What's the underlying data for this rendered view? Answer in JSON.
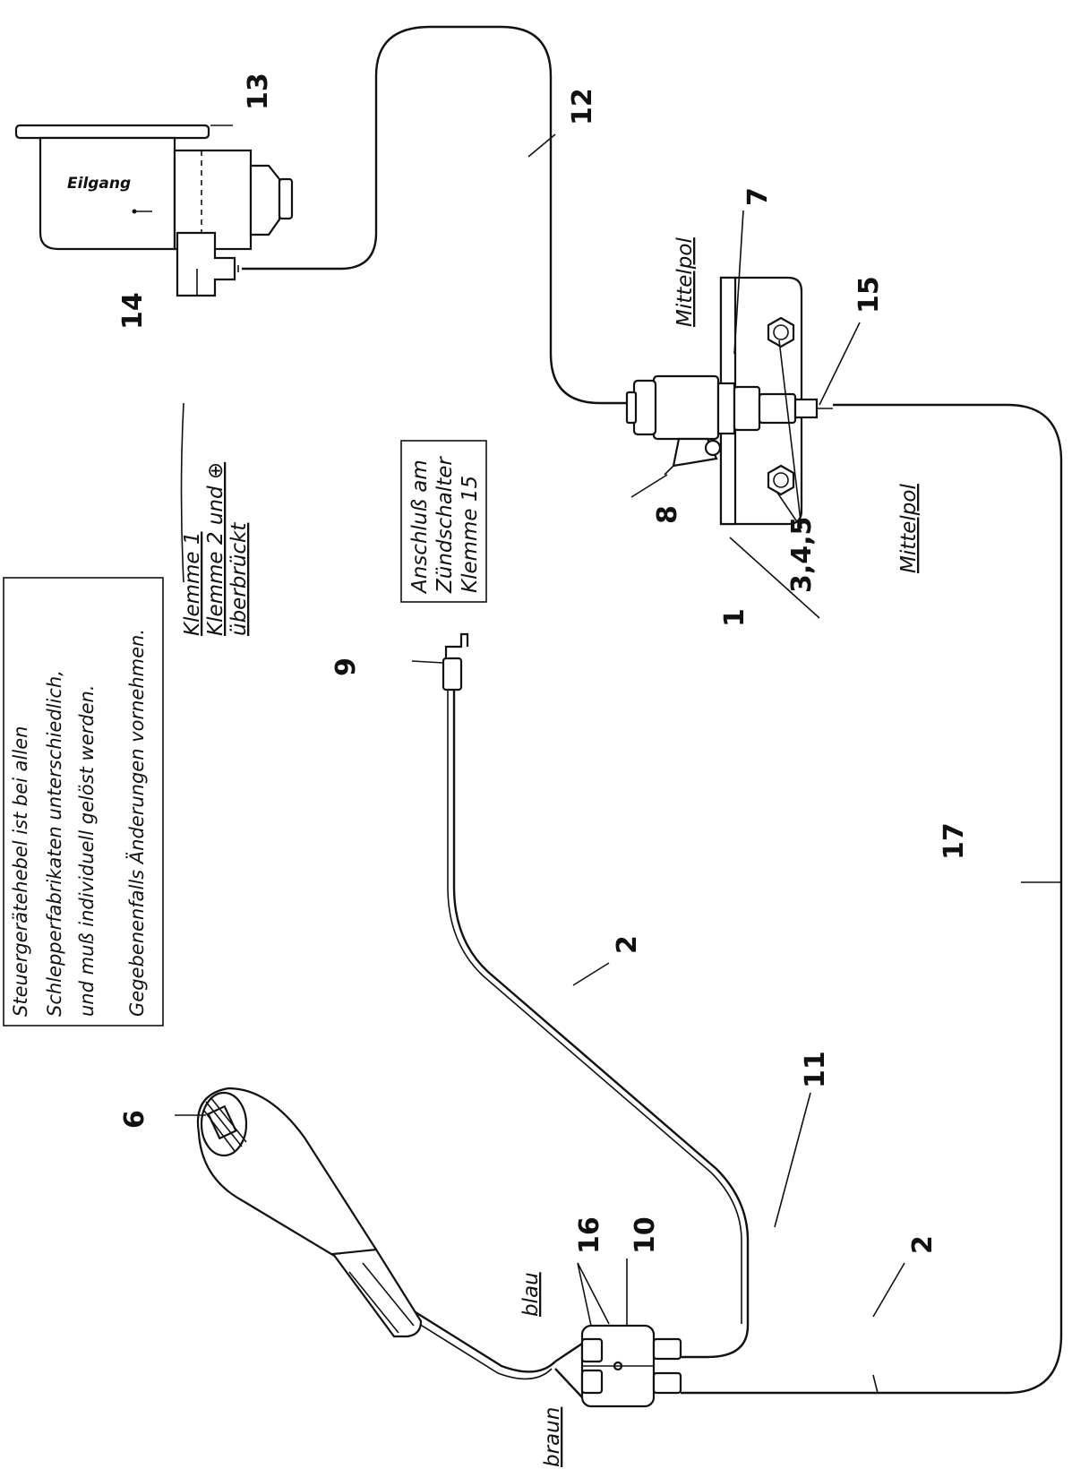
{
  "diagram": {
    "callouts": {
      "c1": "1",
      "c2a": "2",
      "c2b": "2",
      "c345": "3,4,5",
      "c6": "6",
      "c7": "7",
      "c8": "8",
      "c9": "9",
      "c10": "10",
      "c11": "11",
      "c12": "12",
      "c13": "13",
      "c14": "14",
      "c15": "15",
      "c16": "16",
      "c17": "17"
    },
    "labels": {
      "eilgang": "Eilgang",
      "mittelpol_top": "Mittelpol",
      "mittelpol_bottom": "Mittelpol",
      "blau": "blau",
      "braun": "braun"
    },
    "klemme_note": {
      "line1": "Klemme 1",
      "line2": "Klemme 2 und ⊕",
      "line3": "überbrückt"
    },
    "anschluss_box": {
      "line1": "Anschluß am",
      "line2": "Zündschalter",
      "line3": "Klemme 15"
    },
    "main_note": {
      "line1": "Steuergerätehebel ist bei allen",
      "line2": "Schlepperfabrikaten unterschiedlich,",
      "line3": "und muß individuell gelöst werden.",
      "line4": "Gegebenenfalls Änderungen vornehmen."
    }
  }
}
